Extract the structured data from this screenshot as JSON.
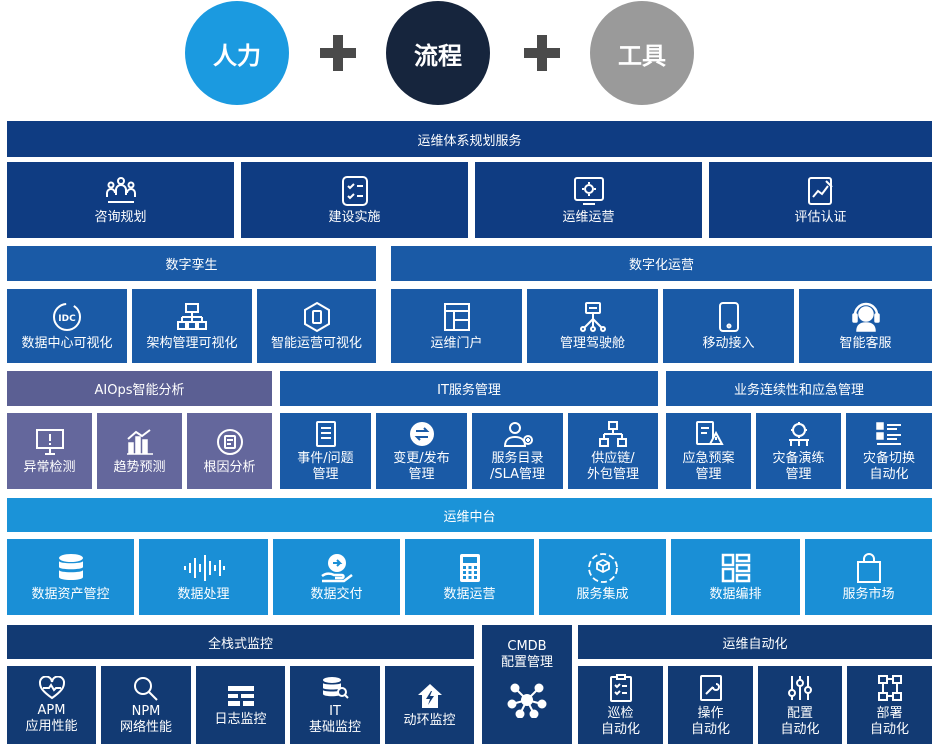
{
  "header": {
    "people": "人力",
    "process": "流程",
    "tools": "工具",
    "colors": {
      "people": "#1b9ae0",
      "process": "#16253d",
      "tools": "#9a9a9a"
    }
  },
  "planning": {
    "title": "运维体系规划服务",
    "items": [
      {
        "label": "咨询规划",
        "icon": "people-network-icon"
      },
      {
        "label": "建设实施",
        "icon": "checklist-icon"
      },
      {
        "label": "运维运营",
        "icon": "gear-monitor-icon"
      },
      {
        "label": "评估认证",
        "icon": "chart-pen-icon"
      }
    ]
  },
  "twin": {
    "title": "数字孪生",
    "items": [
      {
        "label": "数据中心可视化",
        "icon": "idc-icon"
      },
      {
        "label": "架构管理可视化",
        "icon": "hierarchy-icon"
      },
      {
        "label": "智能运营可视化",
        "icon": "hexagon-device-icon"
      }
    ]
  },
  "digital_ops": {
    "title": "数字化运营",
    "items": [
      {
        "label": "运维门户",
        "icon": "portal-icon"
      },
      {
        "label": "管理驾驶舱",
        "icon": "cockpit-icon"
      },
      {
        "label": "移动接入",
        "icon": "mobile-icon"
      },
      {
        "label": "智能客服",
        "icon": "headset-icon"
      }
    ]
  },
  "aiops": {
    "title": "AIOps智能分析",
    "items": [
      {
        "label": "异常检测",
        "icon": "monitor-alert-icon"
      },
      {
        "label": "趋势预测",
        "icon": "bar-trend-icon"
      },
      {
        "label": "根因分析",
        "icon": "root-cause-icon"
      }
    ]
  },
  "itsm": {
    "title": "IT服务管理",
    "items": [
      {
        "line1": "事件/问题",
        "line2": "管理",
        "icon": "document-list-icon"
      },
      {
        "line1": "变更/发布",
        "line2": "管理",
        "icon": "swap-icon"
      },
      {
        "line1": "服务目录",
        "line2": "/SLA管理",
        "icon": "user-catalog-icon"
      },
      {
        "line1": "供应链/",
        "line2": "外包管理",
        "icon": "supply-chain-icon"
      }
    ]
  },
  "bcm": {
    "title": "业务连续性和应急管理",
    "items": [
      {
        "line1": "应急预案",
        "line2": "管理",
        "icon": "emergency-doc-icon"
      },
      {
        "line1": "灾备演练",
        "line2": "管理",
        "icon": "disaster-drill-icon"
      },
      {
        "line1": "灾备切换",
        "line2": "自动化",
        "icon": "switch-list-icon"
      }
    ]
  },
  "middle": {
    "title": "运维中台",
    "items": [
      {
        "label": "数据资产管控",
        "icon": "database-icon"
      },
      {
        "label": "数据处理",
        "icon": "waveform-icon"
      },
      {
        "label": "数据交付",
        "icon": "hand-delivery-icon"
      },
      {
        "label": "数据运营",
        "icon": "calculator-icon"
      },
      {
        "label": "服务集成",
        "icon": "cubes-icon"
      },
      {
        "label": "数据编排",
        "icon": "layout-blocks-icon"
      },
      {
        "label": "服务市场",
        "icon": "shopping-bag-icon"
      }
    ]
  },
  "monitoring": {
    "title": "全栈式监控",
    "items": [
      {
        "line1": "APM",
        "line2": "应用性能",
        "icon": "heart-pulse-icon"
      },
      {
        "line1": "NPM",
        "line2": "网络性能",
        "icon": "magnifier-icon"
      },
      {
        "line1": "日志监控",
        "line2": "",
        "icon": "log-icon"
      },
      {
        "line1": "IT",
        "line2": "基础监控",
        "icon": "db-search-icon"
      },
      {
        "line1": "动环监控",
        "line2": "",
        "icon": "house-power-icon"
      }
    ]
  },
  "cmdb": {
    "line1": "CMDB",
    "line2": "配置管理",
    "icon": "network-hub-icon"
  },
  "automation": {
    "title": "运维自动化",
    "items": [
      {
        "line1": "巡检",
        "line2": "自动化",
        "icon": "clipboard-check-icon"
      },
      {
        "line1": "操作",
        "line2": "自动化",
        "icon": "wrench-doc-icon"
      },
      {
        "line1": "配置",
        "line2": "自动化",
        "icon": "sliders-icon"
      },
      {
        "line1": "部署",
        "line2": "自动化",
        "icon": "deploy-nodes-icon"
      }
    ]
  }
}
